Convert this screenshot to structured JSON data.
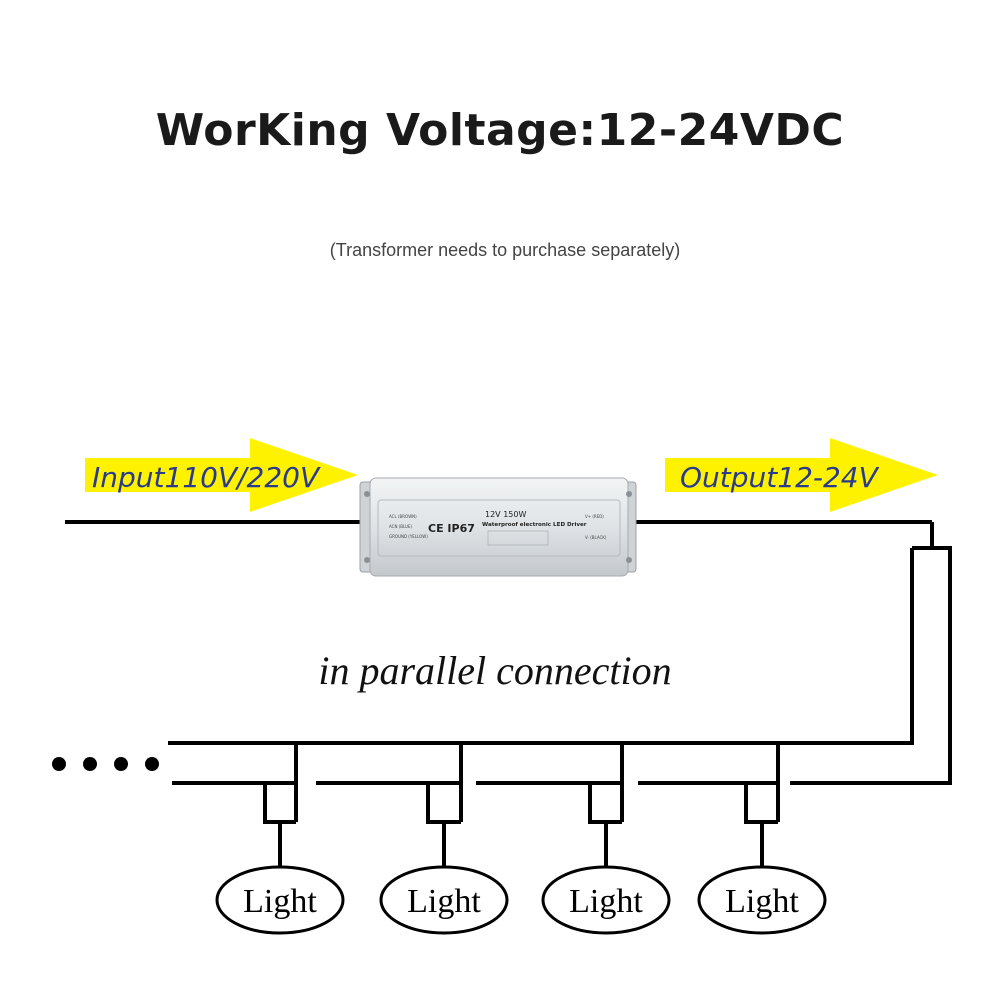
{
  "header": {
    "title": "WorKing Voltage:12-24VDC",
    "subtitle": "(Transformer needs to purchase separately)"
  },
  "arrows": {
    "input_label": "Input110V/220V",
    "output_label": "Output12-24V",
    "arrow_color": "#fff200",
    "label_color": "#2a3a8c"
  },
  "driver": {
    "rating": "12V   150W",
    "name": "Waterproof electronic LED Driver",
    "certification": "CE  IP67",
    "input_wires": [
      "ACL (BROWN)",
      "ACN (BLUE)",
      "GROUND (YELLOW)"
    ],
    "output_wires": [
      "V+ (RED)",
      "V- (BLACK)"
    ]
  },
  "caption": "in parallel connection",
  "continuation": "• • • •",
  "lights": [
    {
      "label": "Light"
    },
    {
      "label": "Light"
    },
    {
      "label": "Light"
    },
    {
      "label": "Light"
    }
  ]
}
